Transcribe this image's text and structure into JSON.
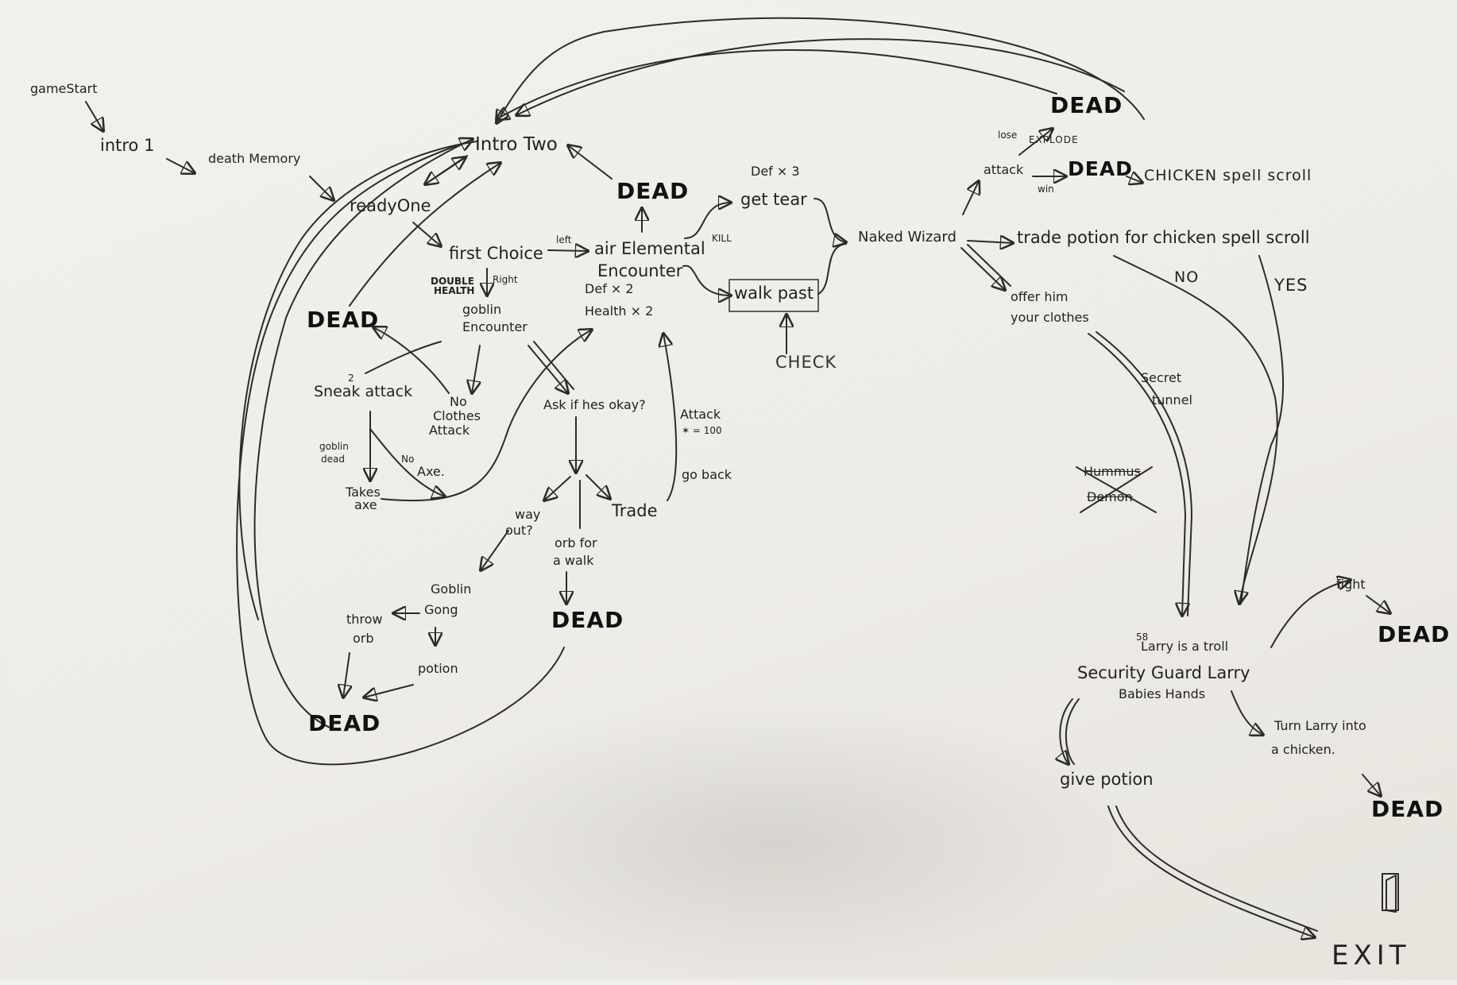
{
  "nodes": {
    "game_start": "gameStart",
    "intro1": "intro 1",
    "death_memory": "death Memory",
    "intro_two": "Intro Two",
    "ready_one": "readyOne",
    "first_choice": "first Choice",
    "left": "left",
    "air_elemental": "air Elemental",
    "encounter": "Encounter",
    "def_x3": "Def × 3",
    "get_tear": "get tear",
    "kill": "KILL",
    "walk_past": "walk past",
    "check": "CHECK",
    "naked_wizard": "Naked Wizard",
    "double_health_1": "DOUBLE",
    "double_health_2": "HEALTH",
    "right": "Right",
    "goblin": "goblin",
    "goblin_encounter": "Encounter",
    "def_x2": "Def × 2",
    "health_x2": "Health × 2",
    "sneak_attack": "Sneak attack",
    "sneak_sup": "2",
    "no_clothes_1": "No",
    "no_clothes_2": "Clothes",
    "no_clothes_3": "Attack",
    "goblin_dead_1": "goblin",
    "goblin_dead_2": "dead",
    "no_axe_1": "No",
    "no_axe_2": "Axe.",
    "takes_axe_1": "Takes",
    "takes_axe_2": "axe",
    "ask_okay": "Ask if hes okay?",
    "attack_1": "Attack",
    "attack_2": "✶ = 100",
    "go_back": "go back",
    "way_out_1": "way",
    "way_out_2": "out?",
    "orb_walk_1": "orb for",
    "orb_walk_2": "a walk",
    "trade": "Trade",
    "goblin_gong_1": "Goblin",
    "goblin_gong_2": "Gong",
    "throw_orb_1": "throw",
    "throw_orb_2": "orb",
    "potion_left": "potion",
    "lose": "lose",
    "explode": "EXPLODE",
    "attack_wiz": "attack",
    "win": "win",
    "chicken_scroll": "CHICKEN spell scroll",
    "trade_potion": "trade potion for chicken spell scroll",
    "offer_1": "offer him",
    "offer_2": "your clothes",
    "no": "NO",
    "yes": "YES",
    "secret_1": "Secret",
    "secret_2": "tunnel",
    "hummus": "Hummus",
    "demon": "Demon",
    "larry_troll_1": "Larry is a troll",
    "larry_troll_sup": "58",
    "security_guard": "Security Guard Larry",
    "babies_hands": "Babies Hands",
    "fight": "fight",
    "turn_larry_1": "Turn Larry into",
    "turn_larry_2": "a chicken.",
    "give_potion": "give potion",
    "exit": "EXIT"
  },
  "dead_label": "DEAD",
  "ink_color": "#2b2b2b",
  "board_color": "#f1efea",
  "icons": {
    "door": "door-icon"
  }
}
